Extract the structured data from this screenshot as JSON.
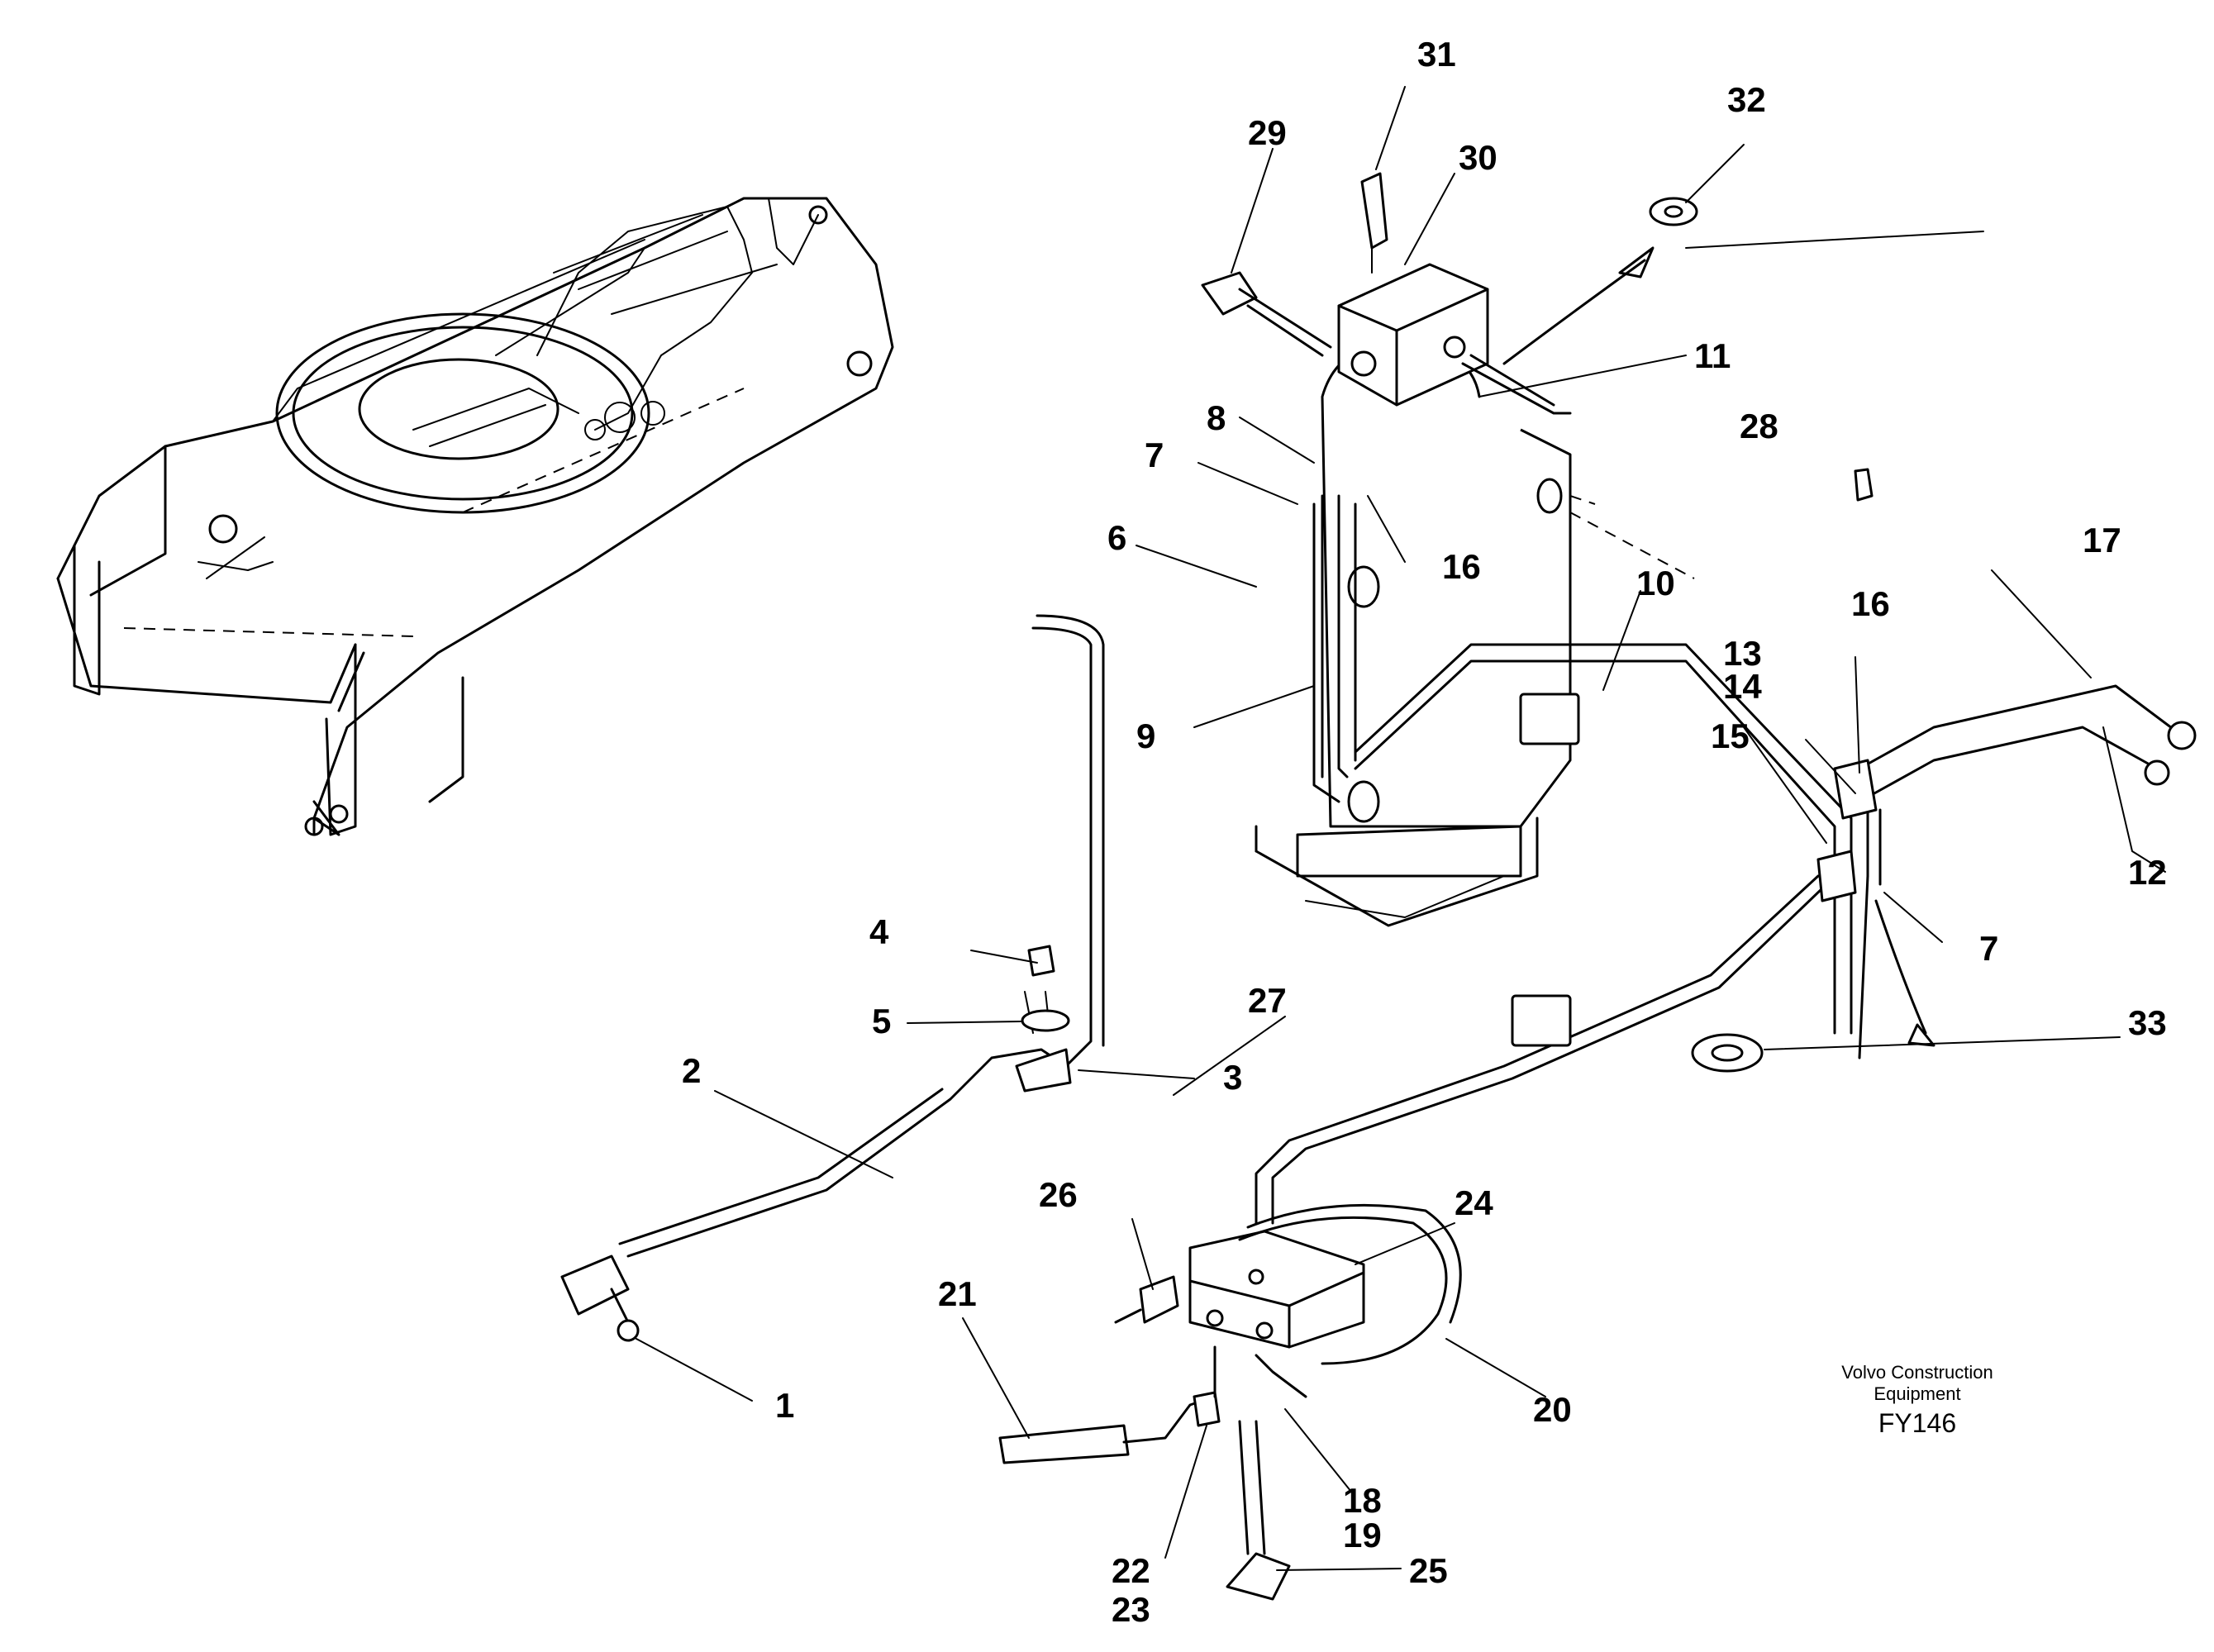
{
  "figure": {
    "credit_line1": "Volvo Construction",
    "credit_line2": "Equipment",
    "code": "FY146"
  },
  "callouts": [
    "1",
    "2",
    "3",
    "4",
    "5",
    "6",
    "7",
    "8",
    "9",
    "10",
    "11",
    "12",
    "13",
    "14",
    "15",
    "16",
    "17",
    "18",
    "19",
    "20",
    "21",
    "22",
    "23",
    "24",
    "25",
    "26",
    "27",
    "28",
    "29",
    "30",
    "31",
    "32",
    "33"
  ],
  "extra_callouts": {
    "p7b": "7",
    "p16b": "16"
  }
}
